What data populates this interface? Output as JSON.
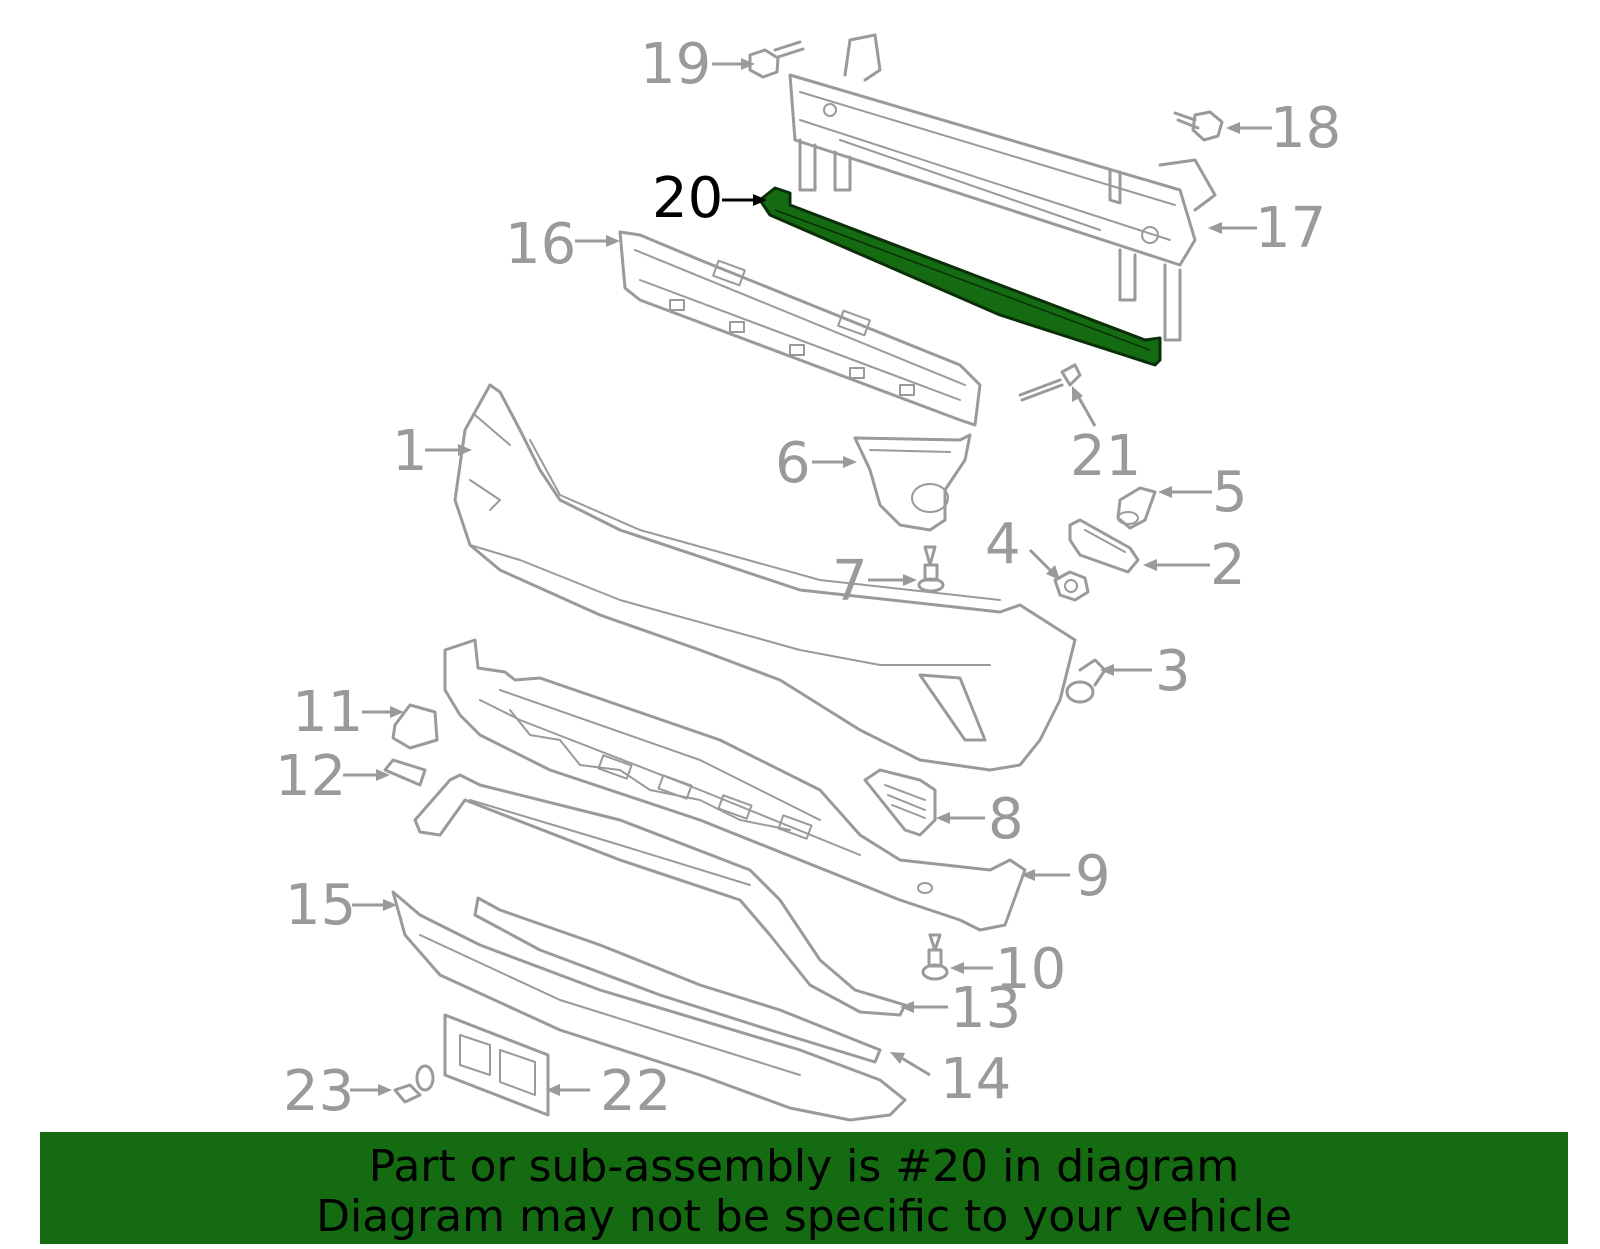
{
  "diagram": {
    "highlight_color": "#146b11",
    "callouts": {
      "c1": "1",
      "c2": "2",
      "c3": "3",
      "c4": "4",
      "c5": "5",
      "c6": "6",
      "c7": "7",
      "c8": "8",
      "c9": "9",
      "c10": "10",
      "c11": "11",
      "c12": "12",
      "c13": "13",
      "c14": "14",
      "c15": "15",
      "c16": "16",
      "c17": "17",
      "c18": "18",
      "c19": "19",
      "c20": "20",
      "c21": "21",
      "c22": "22",
      "c23": "23"
    },
    "highlighted_part": "20"
  },
  "banner": {
    "line1": "Part or sub-assembly is #20 in diagram",
    "line2": "Diagram may not be specific to your vehicle"
  }
}
